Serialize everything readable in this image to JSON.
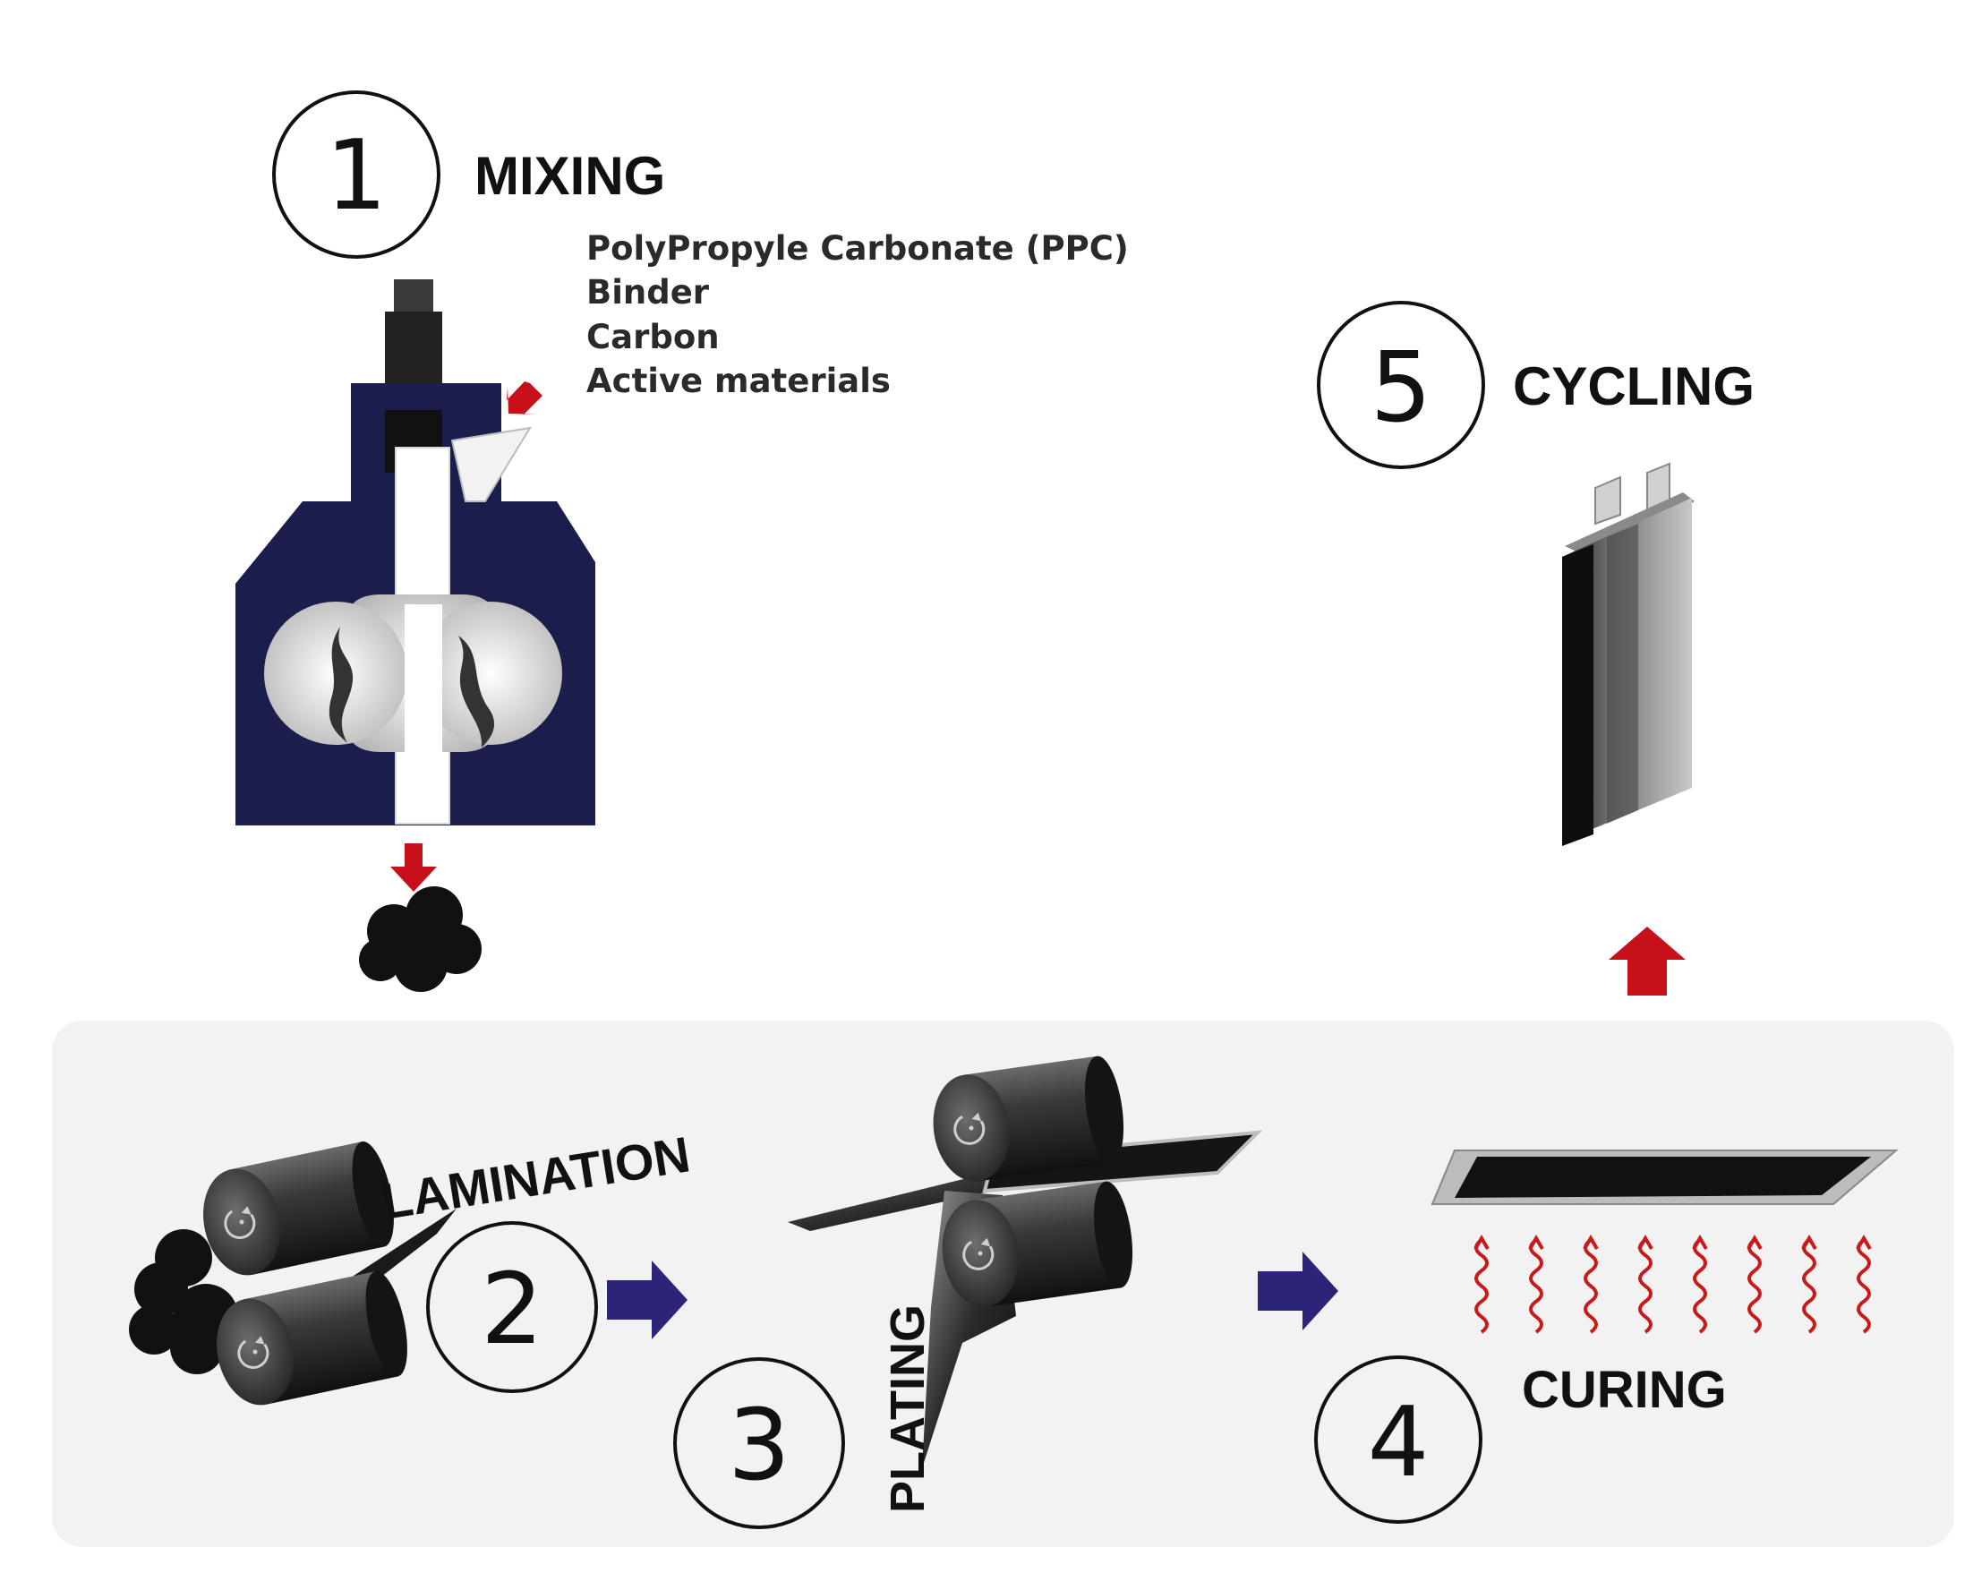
{
  "steps": [
    {
      "number": "1",
      "label": "MIXING"
    },
    {
      "number": "2",
      "label": "LAMINATION"
    },
    {
      "number": "3",
      "label": "PLATING"
    },
    {
      "number": "4",
      "label": "CURING"
    },
    {
      "number": "5",
      "label": "CYCLING"
    }
  ],
  "ingredients": [
    "PolyPropyle Carbonate (PPC)",
    "Binder",
    "Carbon",
    "Active materials"
  ],
  "colors": {
    "mixer_body": "#1b1e4d",
    "flow_arrow": "#c8101a",
    "process_arrow": "#2b2478",
    "heat_wave": "#c81a1a",
    "panel": "#f2f2f2",
    "roller": "#2a2a2a"
  }
}
